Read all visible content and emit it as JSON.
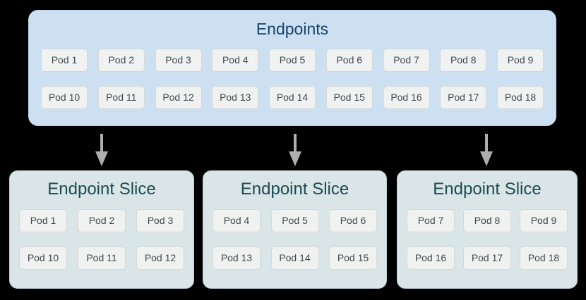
{
  "endpoints": {
    "title": "Endpoints",
    "rows": [
      [
        "Pod 1",
        "Pod 2",
        "Pod 3",
        "Pod 4",
        "Pod 5",
        "Pod 6",
        "Pod 7",
        "Pod 8",
        "Pod 9"
      ],
      [
        "Pod 10",
        "Pod 11",
        "Pod 12",
        "Pod 13",
        "Pod 14",
        "Pod 15",
        "Pod 16",
        "Pod 17",
        "Pod 18"
      ]
    ]
  },
  "slices": [
    {
      "title": "Endpoint Slice",
      "rows": [
        [
          "Pod 1",
          "Pod 2",
          "Pod 3"
        ],
        [
          "Pod 10",
          "Pod 11",
          "Pod 12"
        ]
      ]
    },
    {
      "title": "Endpoint Slice",
      "rows": [
        [
          "Pod 4",
          "Pod 5",
          "Pod 6"
        ],
        [
          "Pod 13",
          "Pod 14",
          "Pod 15"
        ]
      ]
    },
    {
      "title": "Endpoint Slice",
      "rows": [
        [
          "Pod 7",
          "Pod 8",
          "Pod 9"
        ],
        [
          "Pod 16",
          "Pod 17",
          "Pod 18"
        ]
      ]
    }
  ],
  "icons": {
    "arrow_1": "down-arrow",
    "arrow_2": "down-arrow",
    "arrow_3": "down-arrow"
  },
  "colors": {
    "background": "#000000",
    "endpoints_bg": "#cde0f2",
    "endpoints_border": "#b7d1ea",
    "endpoints_title": "#19426e",
    "slice_bg": "#d9e5e6",
    "slice_border": "#b9cfd2",
    "slice_title": "#1c4b54",
    "pod_bg": "#f0f1f1",
    "pod_border": "#d6d8d8",
    "pod_text": "#45494c",
    "arrow": "#aeaeae"
  }
}
